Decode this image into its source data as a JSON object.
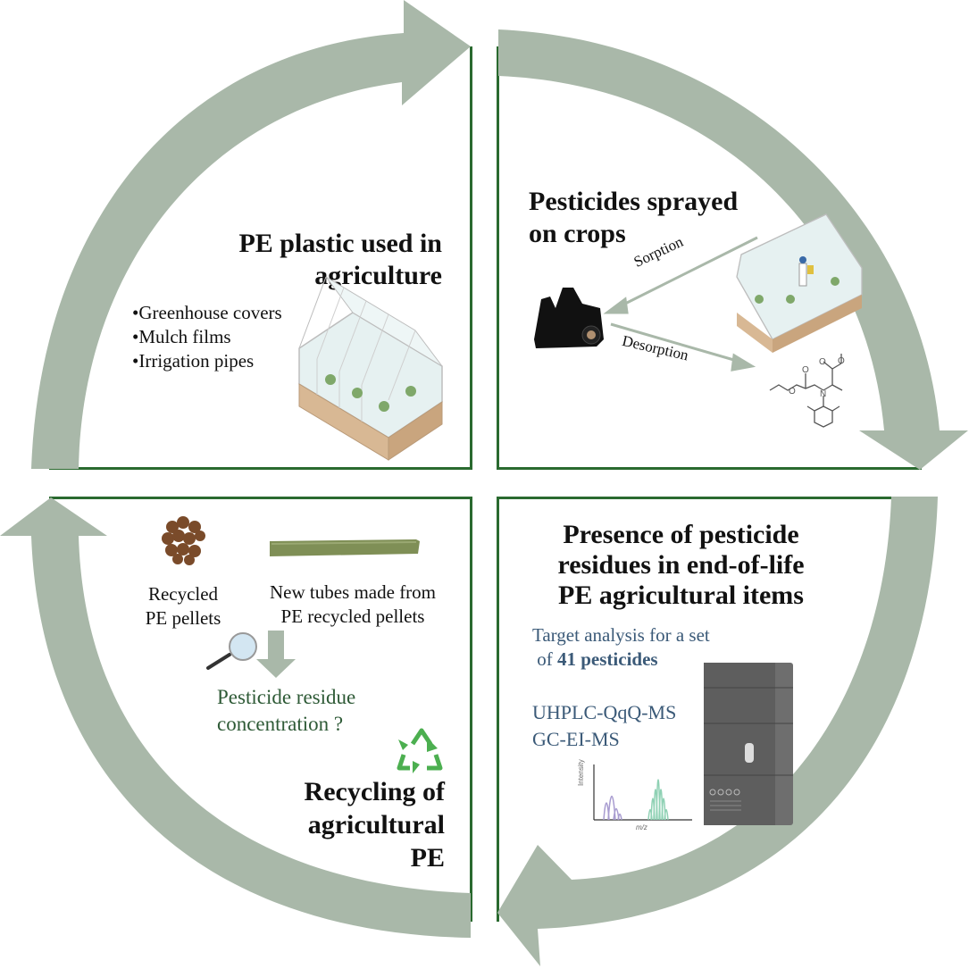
{
  "colors": {
    "cycle_arrow": "#a9b8a9",
    "panel_border": "#2a6a2f",
    "blue_text": "#3b5a78",
    "question_text": "#2e5a36",
    "recycle_icon": "#4caf50",
    "chrom_peak_1": "#a89cd0",
    "chrom_peak_2": "#8fd1b4"
  },
  "panels": {
    "top_left": {
      "title_line1": "PE plastic used in",
      "title_line2": "agriculture",
      "bullets": [
        "•Greenhouse covers",
        "•Mulch films",
        "•Irrigation pipes"
      ],
      "image": "greenhouse-illustration"
    },
    "top_right": {
      "title_line1": "Pesticides sprayed",
      "title_line2": "on crops",
      "sorption_label": "Sorption",
      "desorption_label": "Desorption",
      "images": [
        "plastic-film-roll",
        "greenhouse-sprayer-illustration",
        "metalaxyl-structure"
      ],
      "molecule_atoms": {
        "o": "O",
        "n": "N"
      }
    },
    "bottom_right": {
      "title_line1": "Presence of pesticide",
      "title_line2": "residues in end-of-life",
      "title_line3": "PE agricultural items",
      "target_line1": "Target analysis for a set",
      "target_line2_prefix": "of ",
      "target_line2_bold": "41 pesticides",
      "method1": "UHPLC-QqQ-MS",
      "method2": "GC-EI-MS",
      "chrom_ylabel": "Intensity",
      "chrom_xlabel": "m/z",
      "image": "lc-ms-instrument"
    },
    "bottom_left": {
      "pellets_label_line1": "Recycled",
      "pellets_label_line2": "PE pellets",
      "tubes_label_line1": "New tubes made from",
      "tubes_label_line2": "PE recycled  pellets",
      "question_line1": "Pesticide residue",
      "question_line2": "concentration ?",
      "title_line1": "Recycling of",
      "title_line2": "agricultural",
      "title_line3": "PE"
    }
  }
}
